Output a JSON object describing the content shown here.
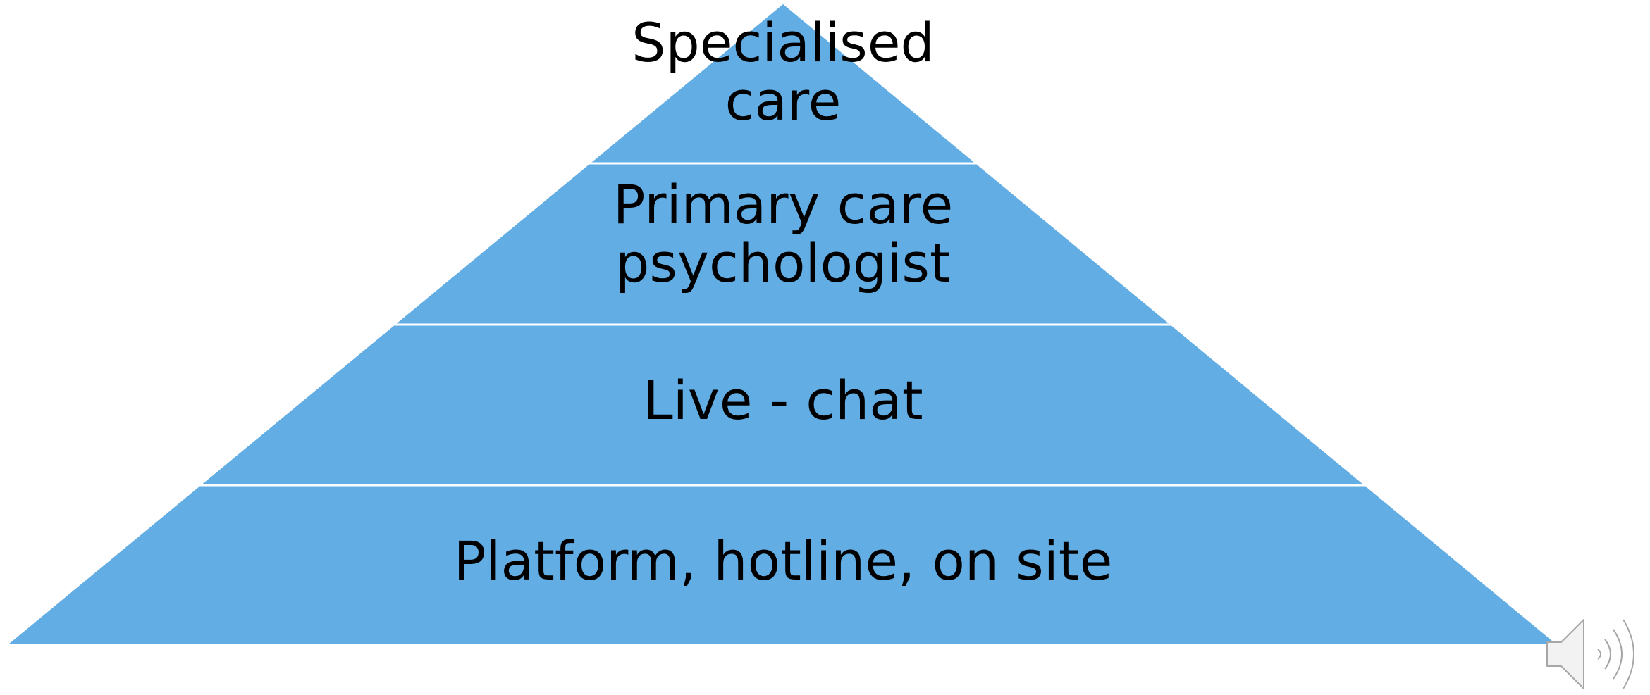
{
  "pyramid": {
    "fill_color": "#61ADE4",
    "separator_color": "#FFFFFF",
    "tiers": [
      {
        "label": "Specialised\ncare"
      },
      {
        "label": "Primary care\npsychologist"
      },
      {
        "label": "Live - chat"
      },
      {
        "label": "Platform, hotline, on site"
      }
    ]
  },
  "speaker": {
    "icon": "speaker-icon",
    "color": "#A6A6A6"
  }
}
